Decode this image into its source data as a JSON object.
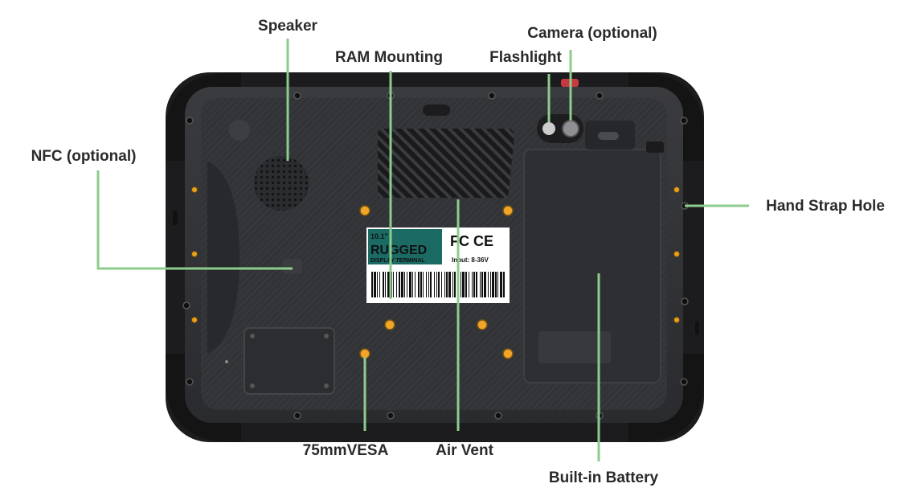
{
  "labels": {
    "speaker": "Speaker",
    "camera": "Camera (optional)",
    "ram_mounting": "RAM Mounting",
    "flashlight": "Flashlight",
    "nfc": "NFC (optional)",
    "hand_strap_hole": "Hand Strap Hole",
    "vesa": "75mmVESA",
    "air_vent": "Air Vent",
    "battery": "Built-in Battery"
  },
  "device_label": {
    "size": "10.1\"",
    "brand": "RUGGED",
    "subtitle": "DISPLAY TERMINAL",
    "input": "Input: 8-36V",
    "certs": "FC CE"
  },
  "colors": {
    "leader": "#8ccc8c",
    "body": "#2f3033",
    "bumper": "#1e1e20",
    "screw_accent": "#e8a21c"
  }
}
